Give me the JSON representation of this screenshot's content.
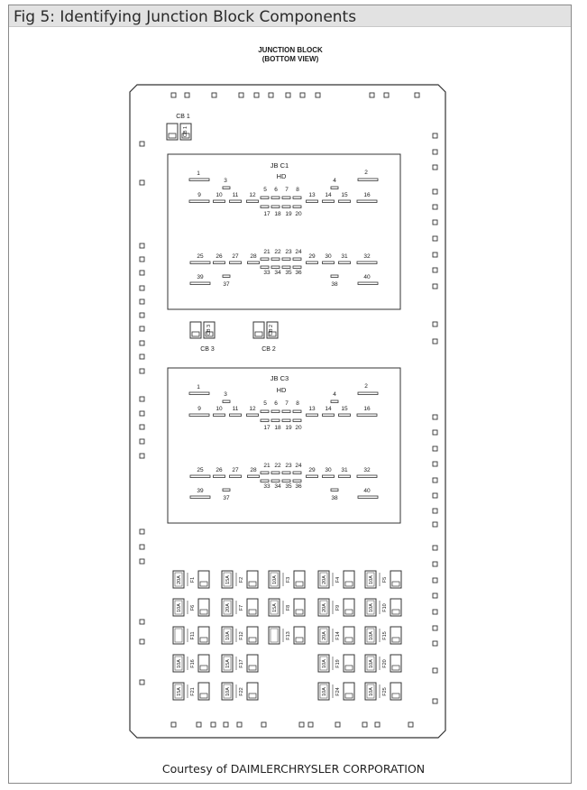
{
  "figure": {
    "title": "Fig 5: Identifying Junction Block Components",
    "courtesy": "Courtesy of DAIMLERCHRYSLER CORPORATION"
  },
  "diagram": {
    "heading_line1": "JUNCTION BLOCK",
    "heading_line2": "(BOTTOM VIEW)",
    "circuit_breakers": [
      {
        "label": "CB 1",
        "inner": "CB 1"
      },
      {
        "label": "CB 3",
        "inner": "CB 3"
      },
      {
        "label": "CB 2",
        "inner": "CB 2"
      }
    ],
    "connectors": [
      {
        "title": "JB C1",
        "subtitle": "HD"
      },
      {
        "title": "JB C3",
        "subtitle": "HD"
      }
    ],
    "pin_labels": {
      "p1": "1",
      "p2": "2",
      "p3": "3",
      "p4": "4",
      "p9": "9",
      "p10": "10",
      "p11": "11",
      "p12": "12",
      "p5": "5",
      "p6": "6",
      "p7": "7",
      "p8": "8",
      "p13": "13",
      "p14": "14",
      "p15": "15",
      "p16": "16",
      "p17": "17",
      "p18": "18",
      "p19": "19",
      "p20": "20",
      "p25": "25",
      "p26": "26",
      "p27": "27",
      "p28": "28",
      "p21": "21",
      "p22": "22",
      "p23": "23",
      "p24": "24",
      "p29": "29",
      "p30": "30",
      "p31": "31",
      "p32": "32",
      "p33": "33",
      "p34": "34",
      "p35": "35",
      "p36": "36",
      "p39": "39",
      "p37": "37",
      "p38": "38",
      "p40": "40"
    },
    "fuses": [
      [
        {
          "rating": "20A",
          "id": "F1"
        },
        {
          "rating": "15A",
          "id": "F2"
        },
        {
          "rating": "10A",
          "id": "F3"
        },
        {
          "rating": "20A",
          "id": "F4"
        },
        {
          "rating": "10A",
          "id": "F5"
        }
      ],
      [
        {
          "rating": "10A",
          "id": "F6"
        },
        {
          "rating": "20A",
          "id": "F7"
        },
        {
          "rating": "15A",
          "id": "F8"
        },
        {
          "rating": "20A",
          "id": "F9"
        },
        {
          "rating": "10A",
          "id": "F10"
        }
      ],
      [
        {
          "rating": "",
          "id": "F11"
        },
        {
          "rating": "10A",
          "id": "F12"
        },
        {
          "rating": "",
          "id": "F13"
        },
        {
          "rating": "20A",
          "id": "F14"
        },
        {
          "rating": "10A",
          "id": "F15"
        }
      ],
      [
        {
          "rating": "10A",
          "id": "F16"
        },
        {
          "rating": "15A",
          "id": "F17"
        },
        null,
        {
          "rating": "10A",
          "id": "F19"
        },
        {
          "rating": "10A",
          "id": "F20"
        }
      ],
      [
        {
          "rating": "15A",
          "id": "F21"
        },
        {
          "rating": "10A",
          "id": "F22"
        },
        null,
        {
          "rating": "10A",
          "id": "F24"
        },
        {
          "rating": "10A",
          "id": "F25"
        }
      ]
    ]
  }
}
